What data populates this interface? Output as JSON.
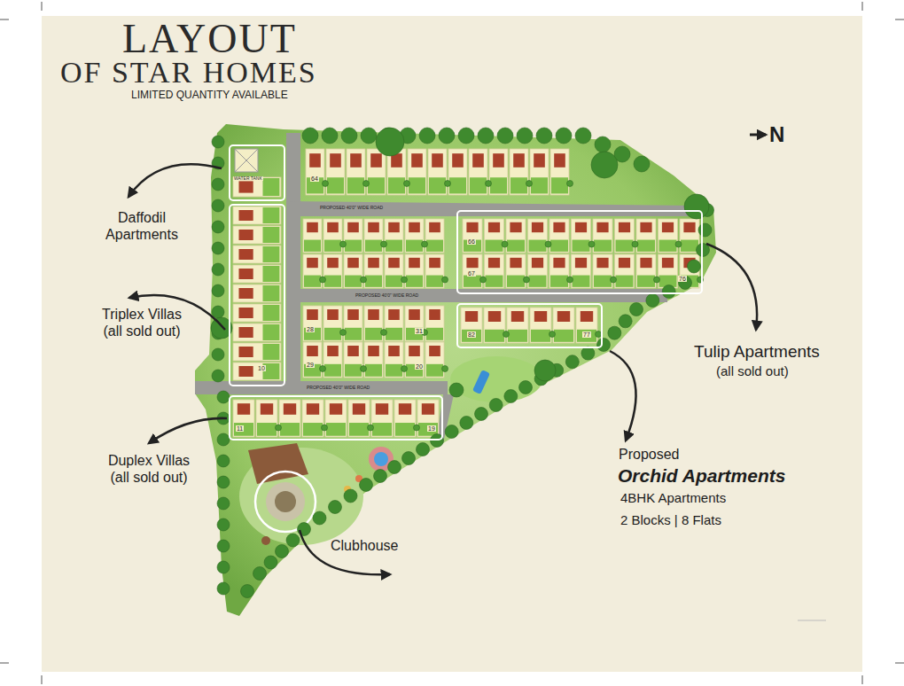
{
  "diagram": {
    "title": "LAYOUT",
    "nodes": [
      {
        "text": [
          "WATER TANK"
        ]
      },
      {
        "text": [
          "10"
        ]
      },
      {
        "text": [
          "11",
          "19"
        ]
      },
      {
        "text": [
          "66",
          "67",
          "76"
        ]
      },
      {
        "text": [
          "82",
          "77"
        ]
      }
    ],
    "labels": [
      "OF STAR HOMES",
      "LIMITED QUANTITY AVAILABLE",
      "N",
      "Daffodil Apartments",
      "Triplex Villas (all sold out)",
      "Tulip Apartments",
      "(all sold out)",
      "Duplex Villas (all sold out)",
      "Proposed",
      "Orchid Apartments",
      "4BHK Apartments",
      "2 Blocks | 8 Flats",
      "Clubhouse",
      "64",
      "28",
      "31",
      "29",
      "20",
      "PROPOSED 40'0\" WIDE ROAD",
      "PROPOSED 40'0\" WIDE ROAD",
      "PROPOSED 40'0\" WIDE ROAD"
    ]
  }
}
